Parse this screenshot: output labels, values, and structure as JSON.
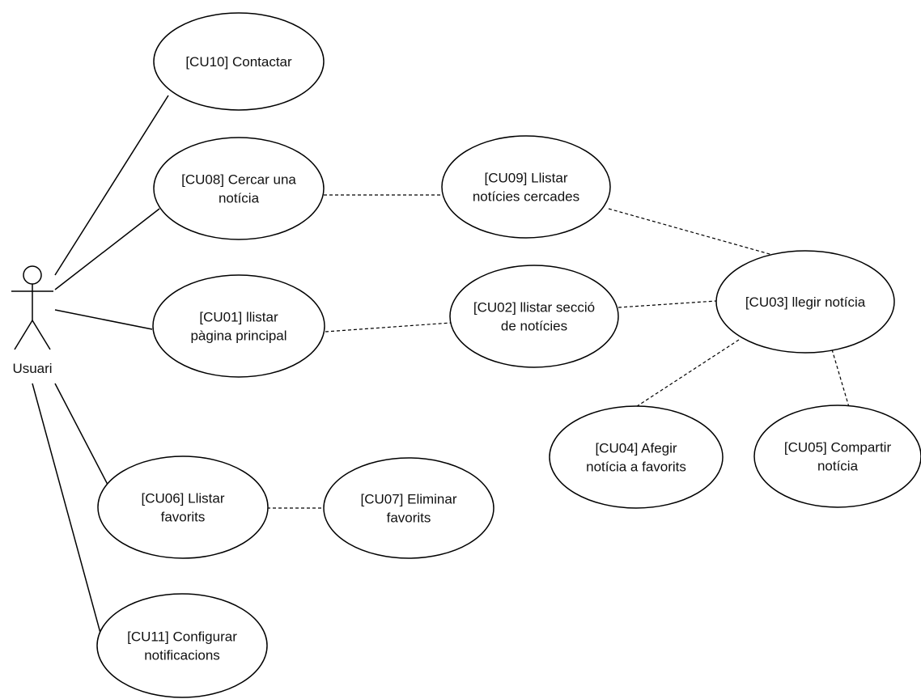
{
  "actor": {
    "label": "Usuari"
  },
  "use_cases": [
    {
      "id": "cu10",
      "lines": [
        "[CU10] Contactar"
      ]
    },
    {
      "id": "cu08",
      "lines": [
        "[CU08] Cercar una",
        "notícia"
      ]
    },
    {
      "id": "cu09",
      "lines": [
        "[CU09] Llistar",
        "notícies cercades"
      ]
    },
    {
      "id": "cu01",
      "lines": [
        "[CU01] llistar",
        "pàgina principal"
      ]
    },
    {
      "id": "cu02",
      "lines": [
        "[CU02] llistar secció",
        "de notícies"
      ]
    },
    {
      "id": "cu03",
      "lines": [
        "[CU03] llegir notícia"
      ]
    },
    {
      "id": "cu04",
      "lines": [
        "[CU04] Afegir",
        "notícia a favorits"
      ]
    },
    {
      "id": "cu05",
      "lines": [
        "[CU05] Compartir",
        "notícia"
      ]
    },
    {
      "id": "cu06",
      "lines": [
        "[CU06] Llistar",
        "favorits"
      ]
    },
    {
      "id": "cu07",
      "lines": [
        "[CU07] Eliminar",
        "favorits"
      ]
    },
    {
      "id": "cu11",
      "lines": [
        "[CU11] Configurar",
        "notificacions"
      ]
    }
  ],
  "associations": [
    {
      "from": "actor",
      "to": "cu10",
      "style": "solid"
    },
    {
      "from": "actor",
      "to": "cu08",
      "style": "solid"
    },
    {
      "from": "actor",
      "to": "cu01",
      "style": "solid"
    },
    {
      "from": "actor",
      "to": "cu06",
      "style": "solid"
    },
    {
      "from": "actor",
      "to": "cu11",
      "style": "solid"
    },
    {
      "from": "cu08",
      "to": "cu09",
      "style": "dashed"
    },
    {
      "from": "cu09",
      "to": "cu03",
      "style": "dashed"
    },
    {
      "from": "cu01",
      "to": "cu02",
      "style": "dashed"
    },
    {
      "from": "cu02",
      "to": "cu03",
      "style": "dashed"
    },
    {
      "from": "cu03",
      "to": "cu04",
      "style": "dashed"
    },
    {
      "from": "cu03",
      "to": "cu05",
      "style": "dashed"
    },
    {
      "from": "cu06",
      "to": "cu07",
      "style": "dashed"
    }
  ]
}
